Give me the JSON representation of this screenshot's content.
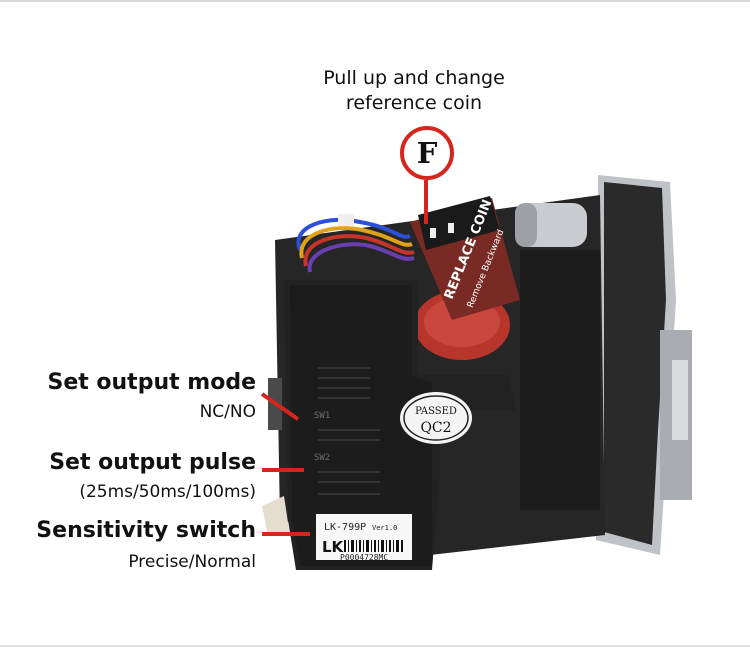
{
  "top_caption": {
    "line1": "Pull up and change",
    "line2": "reference coin"
  },
  "badge_letter": "F",
  "labels": [
    {
      "title": "Set output mode",
      "subtitle": "NC/NO"
    },
    {
      "title": "Set output pulse",
      "subtitle": "(25ms/50ms/100ms)"
    },
    {
      "title": "Sensitivity switch",
      "subtitle": "Precise/Normal"
    }
  ],
  "device": {
    "sticker_title": "REPLACE COIN",
    "sticker_sub": "Remove Backward",
    "qc_line1": "PASSED",
    "qc_line2": "QC2",
    "model": "LK-799P",
    "version": "Ver1.0",
    "brand": "LK",
    "serial": "P0004728MC",
    "switch1": "SW1",
    "switch2": "SW2"
  },
  "colors": {
    "accent": "#d4261f",
    "device_body": "#1e1e1e",
    "coin_red": "#b8352c"
  }
}
